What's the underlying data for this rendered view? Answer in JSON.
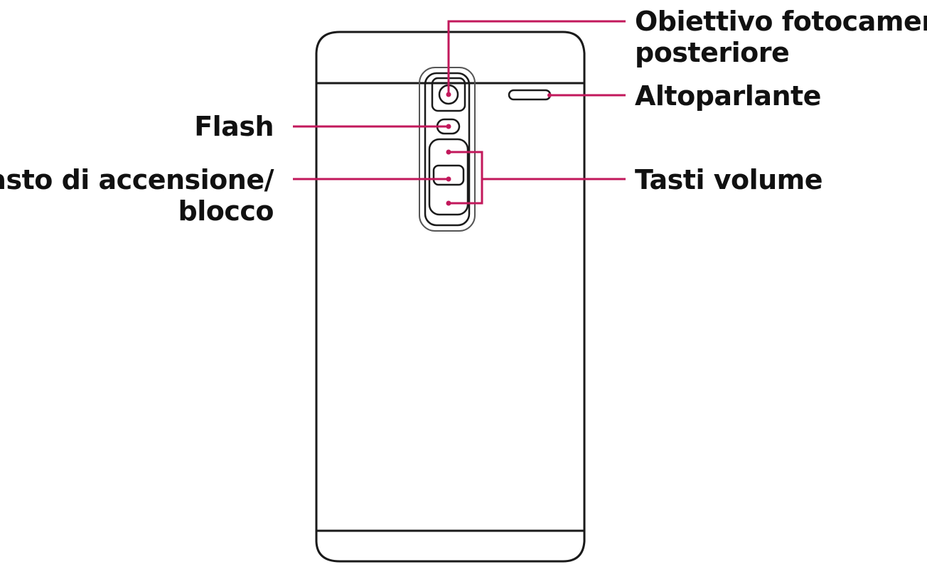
{
  "colors": {
    "outline": "#1a1a1a",
    "callout": "#c2185b",
    "label": "#111111"
  },
  "labels": {
    "rear_camera_lens": [
      "Obiettivo fotocamera",
      "posteriore"
    ],
    "speaker": [
      "Altoparlante"
    ],
    "flash": [
      "Flash"
    ],
    "power_lock_key": [
      "Tasto di accensione/",
      "blocco"
    ],
    "volume_keys": [
      "Tasti volume"
    ]
  }
}
